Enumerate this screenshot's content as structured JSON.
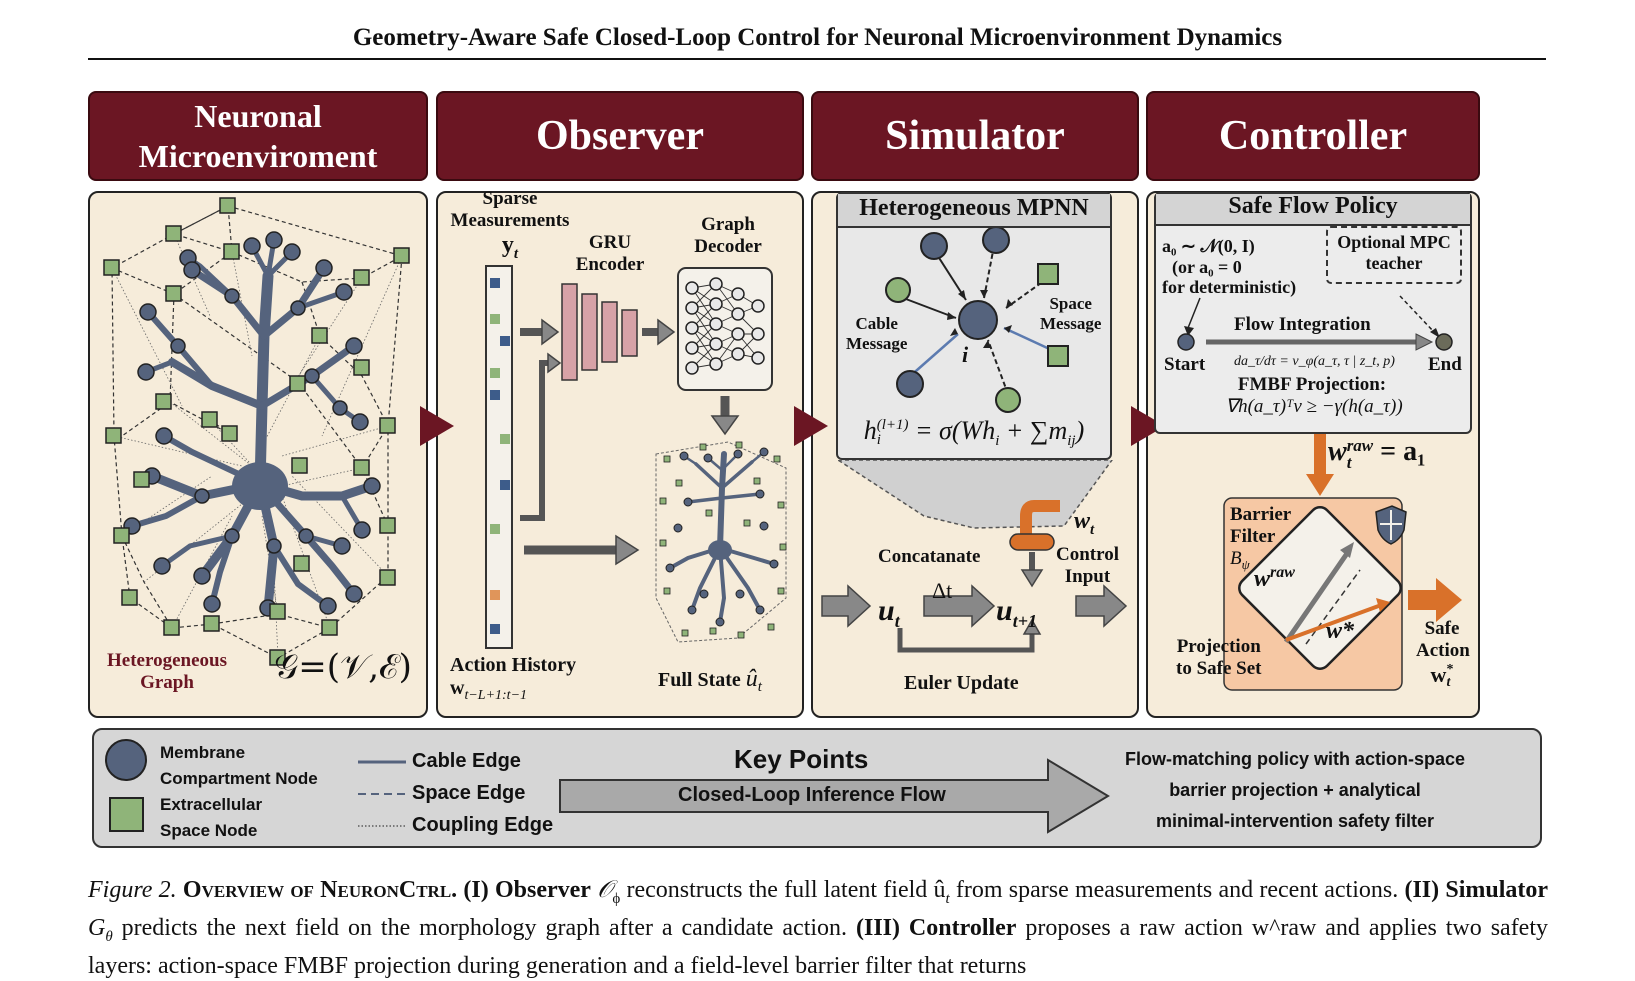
{
  "running_title": "Geometry-Aware Safe Closed-Loop Control for Neuronal Microenvironment Dynamics",
  "headers": [
    "Neuronal\nMicroenviroment",
    "Observer",
    "Simulator",
    "Controller"
  ],
  "panel1": {
    "graph_label_line1": "Heterogeneous",
    "graph_label_line2": "Graph",
    "graph_formula": "𝒢=(𝒱,ℰ)"
  },
  "observer": {
    "sparse_line1": "Sparse",
    "sparse_line2": "Measurements",
    "sparse_symbol": "y",
    "sparse_sub": "t",
    "gru_line1": "GRU",
    "gru_line2": "Encoder",
    "decoder_line1": "Graph",
    "decoder_line2": "Decoder",
    "action_history": "Action History",
    "action_symbol": "w",
    "action_sub": "t−L+1:t−1",
    "full_state": "Full State",
    "full_state_symbol": "û",
    "full_state_sub": "t"
  },
  "simulator": {
    "box_title": "Heterogeneous MPNN",
    "cable_msg_line1": "Cable",
    "cable_msg_line2": "Message",
    "space_msg_line1": "Space",
    "space_msg_line2": "Message",
    "node_i": "i",
    "update_eq": "h",
    "update_eq_sup": "(l+1)",
    "update_eq_sub": "i",
    "update_eq_rhs": " = σ(Wh",
    "update_eq_rhs_sub": "i",
    "update_eq_tail": " + ∑m",
    "update_eq_tail_sub": "ij",
    "update_eq_close": ")",
    "wt_symbol": "w",
    "wt_sub": "t",
    "concat": "Concatanate",
    "control_line1": "Control",
    "control_line2": "Input",
    "dt": "Δt",
    "ut": "u",
    "ut_sub": "t",
    "ut1": "u",
    "ut1_sub": "t+1",
    "euler": "Euler Update"
  },
  "controller": {
    "box_title": "Safe Flow Policy",
    "init_line1": "a₀ ∼ 𝒩(0, I)",
    "init_line2": "(or a₀ = 0",
    "init_line3": "for deterministic)",
    "mpc_line1": "Optional MPC",
    "mpc_line2": "teacher",
    "flow_integration": "Flow Integration",
    "start": "Start",
    "end": "End",
    "ode": "da_τ/dτ = v_φ(a_τ, τ | z_t, p)",
    "fmbf": "FMBF Projection:",
    "fmbf_eq": "∇h(a_τ)ᵀv ≥ −γ(h(a_τ))",
    "wraw_eq": "w",
    "wraw_sup": "raw",
    "wraw_sub": "t",
    "wraw_rhs": " = a₁",
    "barrier_line1": "Barrier",
    "barrier_line2": "Filter",
    "barrier_symbol": "B",
    "barrier_sub": "ψ",
    "wraw_inner": "w",
    "wraw_inner_sup": "raw",
    "wstar": "w*",
    "projection_line1": "Projection",
    "projection_line2": "to Safe Set",
    "safe_line1": "Safe",
    "safe_line2": "Action",
    "safe_symbol": "w",
    "safe_sup": "*",
    "safe_sub": "t"
  },
  "legend": {
    "membrane_line1": "Membrane",
    "membrane_line2": "Compartment Node",
    "extracellular_line1": "Extracellular",
    "extracellular_line2": "Space Node",
    "cable_edge": "Cable Edge",
    "space_edge": "Space Edge",
    "coupling_edge": "Coupling Edge",
    "key_points": "Key Points",
    "flow_label": "Closed-Loop Inference Flow",
    "summary_line1": "Flow-matching policy with action-space",
    "summary_line2": "barrier projection + analytical",
    "summary_line3": "minimal-intervention safety filter"
  },
  "caption": {
    "fig_label": "Figure 2.",
    "title": "Overview of NeuronCtrl.",
    "part1_bold": "(I) Observer",
    "part1_sym": "𝒪",
    "part1_sub": "ϕ",
    "part1_text": " reconstructs the full latent field û",
    "part1_text_sub": "t",
    "part1_tail": " from sparse measurements and recent actions.",
    "part2_bold": "(II) Simulator",
    "part2_sym": "G",
    "part2_sub": "θ",
    "part2_text": " predicts the next field on the morphology graph after a candidate action.",
    "part3_bold": "(III) Controller",
    "part3_text": " proposes a raw",
    "line3_text": "action w^raw and applies two safety layers: action-space FMBF projection during generation and a field-level barrier filter that returns"
  },
  "colors": {
    "header": "#6b1623",
    "panel": "#f6ecda",
    "neuron": "#5b6b86",
    "space_node": "#8fb479",
    "orange": "#d9712a",
    "legend_bg": "#d6d6d6"
  }
}
